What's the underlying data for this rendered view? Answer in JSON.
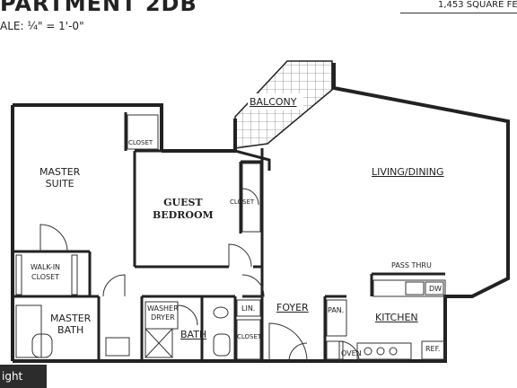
{
  "header": {
    "title": "PARTMENT 2DB",
    "scale": "ALE: ¼\" = 1'-0\"",
    "area": "1,453 SQUARE FE"
  },
  "rooms": {
    "master_suite": [
      "MASTER",
      "SUITE"
    ],
    "closet_master": "CLOSET",
    "guest_bedroom": [
      "GUEST",
      "BEDROOM"
    ],
    "closet_guest": "CLOSET",
    "balcony": "BALCONY",
    "living_dining": "LIVING/DINING",
    "walk_in_closet": [
      "WALK-IN",
      "CLOSET"
    ],
    "master_bath": [
      "MASTER",
      "BATH"
    ],
    "washer_dryer": [
      "WASHER",
      "DRYER"
    ],
    "bath": "BATH",
    "lin": "LIN.",
    "foyer": "FOYER",
    "closet_foyer": "CLOSET",
    "pan": "PAN.",
    "kitchen": "KITCHEN",
    "pass_thru": "PASS THRU",
    "dw": "DW",
    "oven": "OVEN",
    "ref": "REF."
  },
  "watermark": "ight"
}
